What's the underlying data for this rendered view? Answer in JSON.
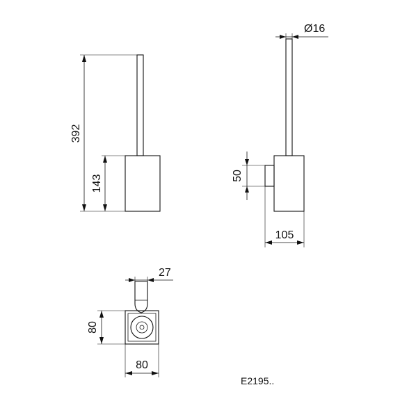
{
  "dimensions": {
    "total_height": "392",
    "holder_height": "143",
    "handle_diameter": "Ø16",
    "bracket_height": "50",
    "projection": "105",
    "bracket_width": "27",
    "depth": "80",
    "width": "80"
  },
  "product_code": "E2195.."
}
